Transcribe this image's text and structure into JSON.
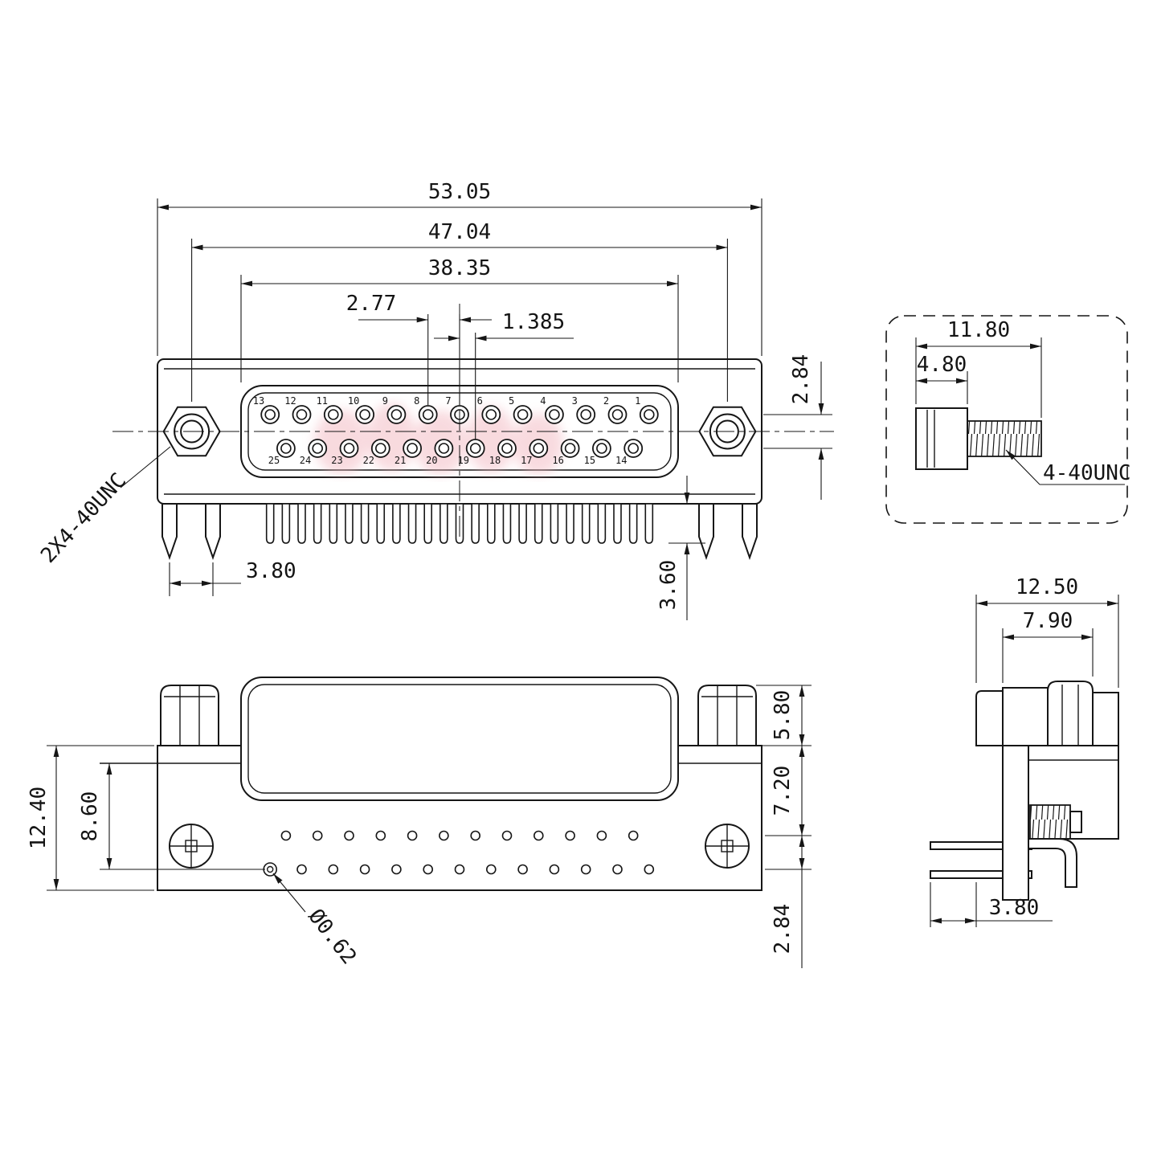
{
  "watermark": {
    "color": "#f2b6bf"
  },
  "front_view": {
    "dims": {
      "overall_width": "53.05",
      "mount_hole_spacing": "47.04",
      "shell_width": "38.35",
      "pin_pitch": "2.77",
      "row_stagger": "1.385",
      "row_spacing": "2.84",
      "bracket_pin_spacing": "3.80",
      "tail_length": "3.60",
      "thread_callout": "2X4-40UNC"
    },
    "pin_numbers_top": [
      "13",
      "12",
      "11",
      "10",
      "9",
      "8",
      "7",
      "6",
      "5",
      "4",
      "3",
      "2",
      "1"
    ],
    "pin_numbers_bottom": [
      "25",
      "24",
      "23",
      "22",
      "21",
      "20",
      "19",
      "18",
      "17",
      "16",
      "15",
      "14"
    ]
  },
  "screw_detail": {
    "dims": {
      "screw_length": "11.80",
      "head_length": "4.80",
      "thread_callout": "4-40UNC"
    }
  },
  "bottom_view": {
    "dims": {
      "overall_depth": "12.40",
      "hole_row_depth": "8.60",
      "hex_height": "5.80",
      "body_depth": "7.20",
      "row_spacing": "2.84",
      "hole_diameter": "Ø0.62"
    }
  },
  "side_view": {
    "dims": {
      "overall_depth": "12.50",
      "body_width": "7.90",
      "pin_stickout": "3.80"
    }
  }
}
